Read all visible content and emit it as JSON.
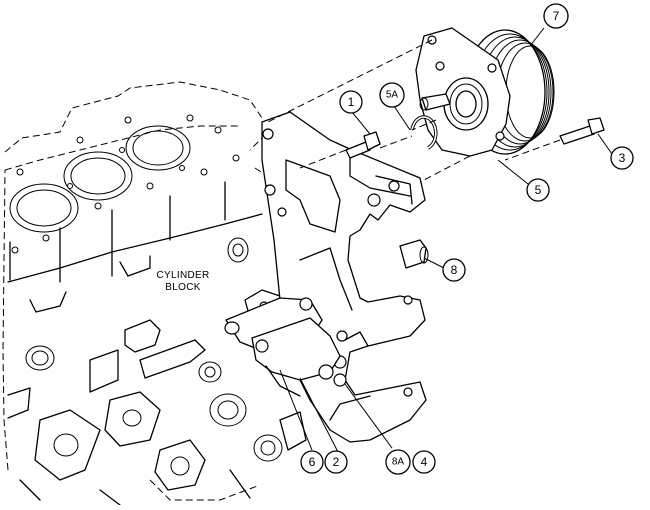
{
  "diagram": {
    "block_label": [
      "CYLINDER",
      "BLOCK"
    ],
    "callouts": [
      {
        "id": "c7",
        "text": "7"
      },
      {
        "id": "c1",
        "text": "1"
      },
      {
        "id": "c5a",
        "text": "5A"
      },
      {
        "id": "c3",
        "text": "3"
      },
      {
        "id": "c5",
        "text": "5"
      },
      {
        "id": "c8",
        "text": "8"
      },
      {
        "id": "c6",
        "text": "6"
      },
      {
        "id": "c2",
        "text": "2"
      },
      {
        "id": "c8a",
        "text": "8A"
      },
      {
        "id": "c4",
        "text": "4"
      }
    ]
  }
}
